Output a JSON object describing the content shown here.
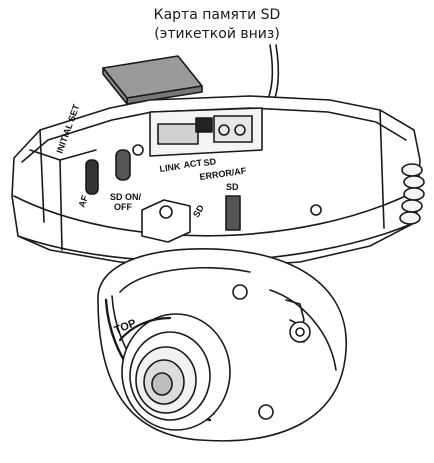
{
  "callout": {
    "line1": "Карта памяти SD",
    "line2": "(этикеткой вниз)"
  },
  "camera_labels": {
    "initial_set": "INITIAL SET",
    "af": "AF",
    "sd_on": "SD ON/",
    "sd_off": "OFF",
    "link": "LINK",
    "act": "ACT",
    "sd": "SD",
    "error_af": "ERROR/AF",
    "sd_slot": "SD",
    "top": "TOP",
    "sd_logo": "SD"
  }
}
